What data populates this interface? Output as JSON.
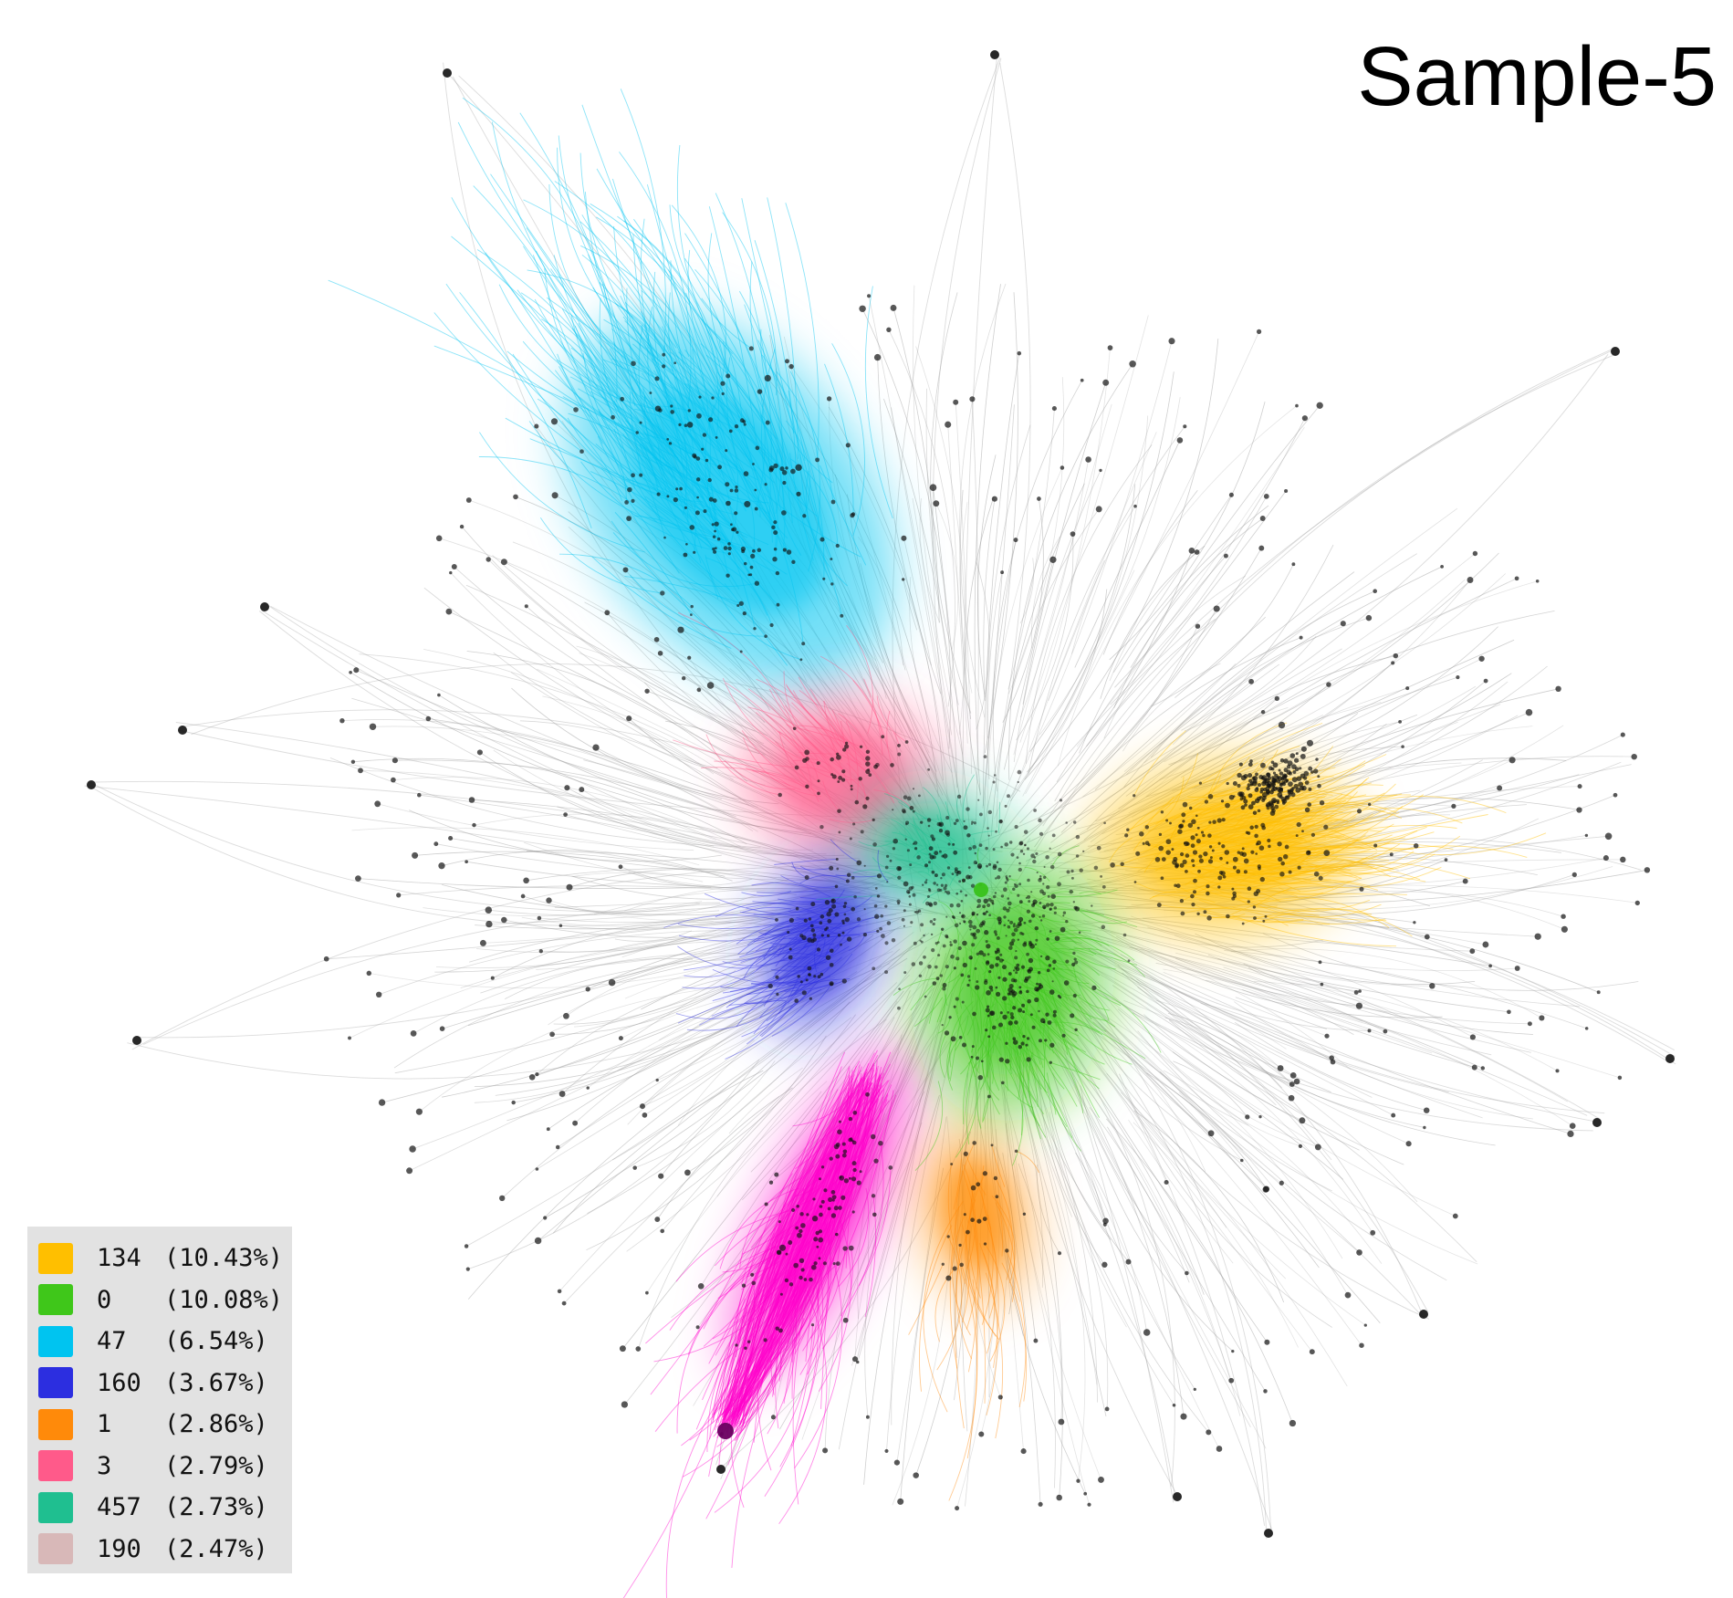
{
  "title": "Sample-5",
  "network": {
    "background": "#ffffff",
    "edge_gray": "#9a9a9a",
    "node_color": "#111111"
  },
  "legend": {
    "items": [
      {
        "id": "134",
        "pct": "(10.43%)",
        "color": "#ffbf00"
      },
      {
        "id": "0",
        "pct": "(10.08%)",
        "color": "#3fc71a"
      },
      {
        "id": "47",
        "pct": "(6.54%)",
        "color": "#00c4f0"
      },
      {
        "id": "160",
        "pct": "(3.67%)",
        "color": "#2c2ee0"
      },
      {
        "id": "1",
        "pct": "(2.86%)",
        "color": "#ff8a0a"
      },
      {
        "id": "3",
        "pct": "(2.79%)",
        "color": "#ff5a8a"
      },
      {
        "id": "457",
        "pct": "(2.73%)",
        "color": "#1fbf90"
      },
      {
        "id": "190",
        "pct": "(2.47%)",
        "color": "#d8b8b8"
      }
    ]
  }
}
